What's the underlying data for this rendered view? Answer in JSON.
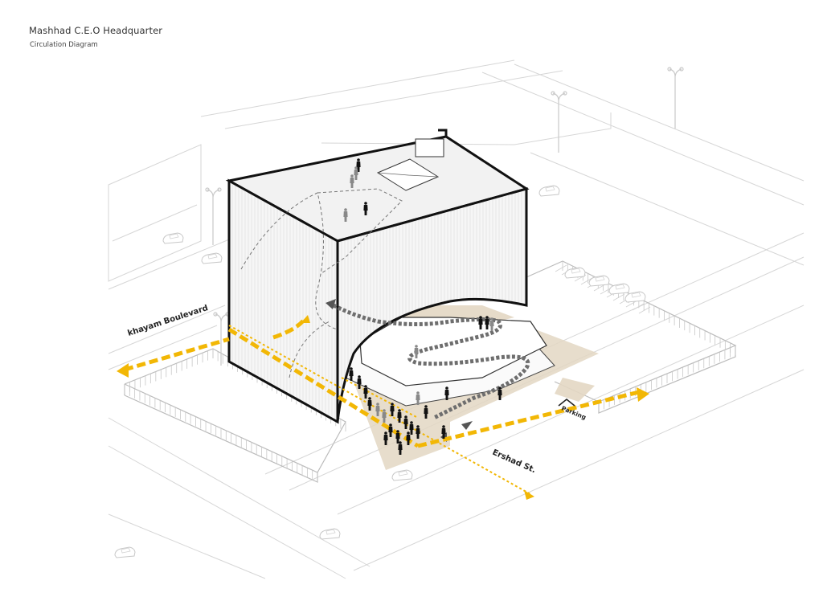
{
  "header": {
    "title": "Mashhad C.E.O Headquarter",
    "subtitle": "Circulation Diagram"
  },
  "labels": {
    "street_boulevard": "khayam Boulevard",
    "street_ershad": "Ershad St.",
    "parking": "Parking"
  },
  "colors": {
    "circulation_yellow": "#F2B705",
    "ramp_gray": "#6E6E6E",
    "outline": "#111111",
    "ground_tint": "#E3D7C3",
    "site_lines": "#CFCFCF"
  },
  "icons": {
    "person": "person-icon",
    "car": "car-icon",
    "street_lamp": "street-lamp-icon",
    "direction_arrow": "arrow-icon"
  }
}
